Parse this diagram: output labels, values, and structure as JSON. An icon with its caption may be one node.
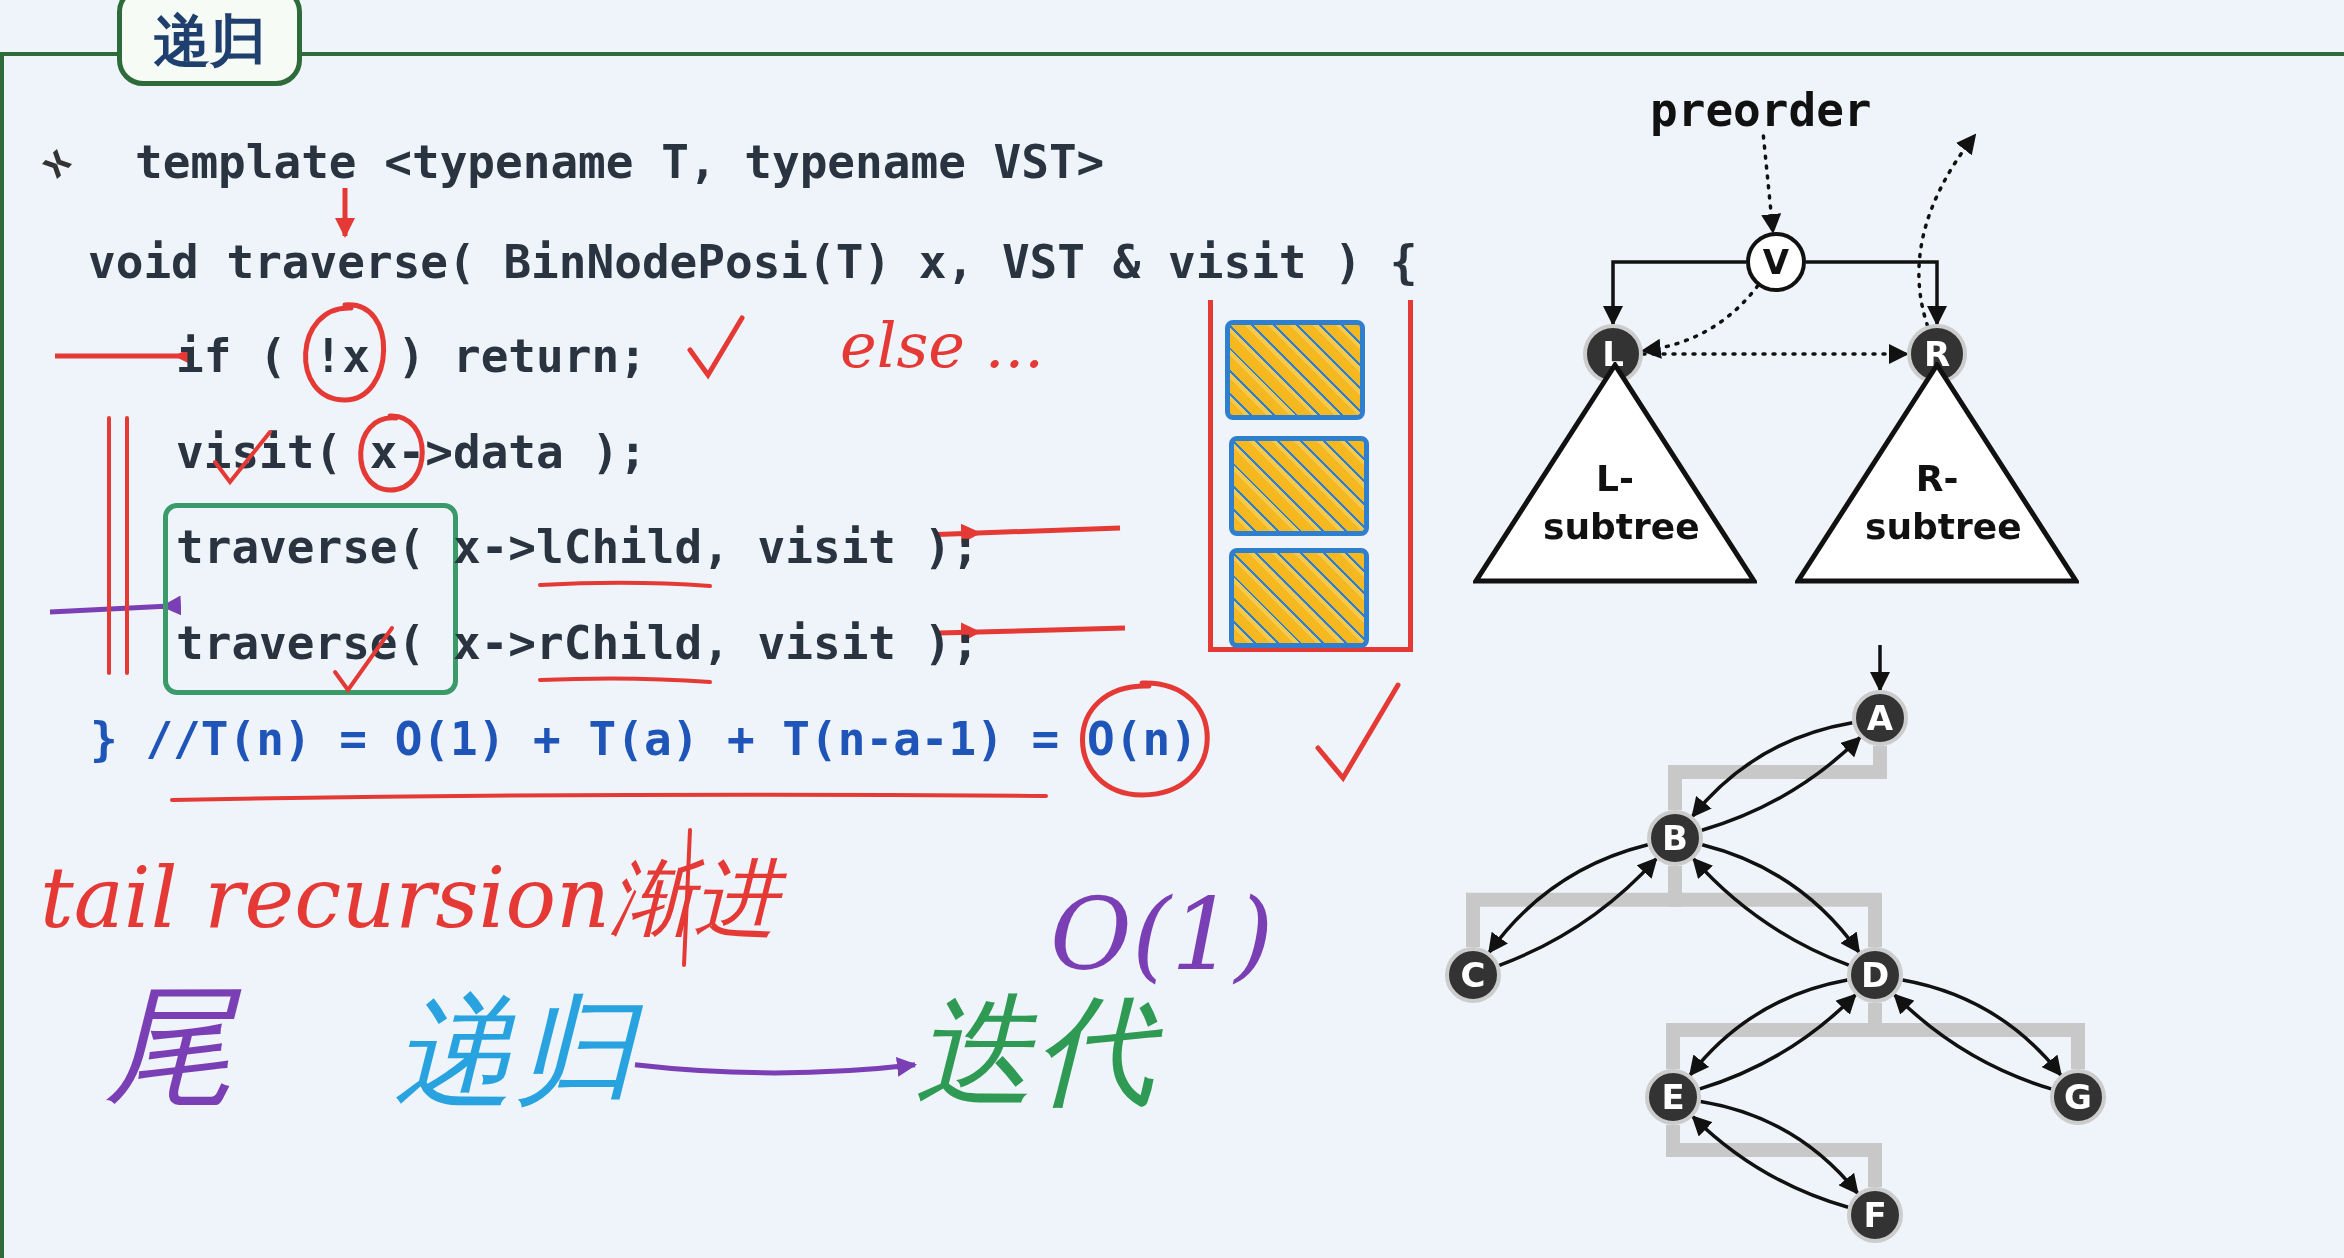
{
  "diagram": {
    "title": "递归",
    "nodes": [
      {
        "text": [
          "template <typename T, typename VST>"
        ]
      },
      {
        "text": [
          "void traverse( BinNodePosi(T) x, VST & visit ) {"
        ]
      },
      {
        "text": [
          "if ( !x ) return;"
        ]
      },
      {
        "text": [
          "visit( x->data );"
        ]
      },
      {
        "text": [],
        "shape": "box"
      },
      {
        "text": [
          "traverse( x->lChild, visit );"
        ]
      },
      {
        "text": [
          "traverse( x->rChild, visit );"
        ]
      },
      {
        "text": [
          "} //T(n) = O(1) + T(a) + T(n-a-1) = O(n)"
        ]
      },
      {
        "text": [],
        "shape": "box"
      },
      {
        "text": [],
        "shape": "box",
        "in": 8
      },
      {
        "text": [],
        "shape": "box",
        "in": 8
      },
      {
        "text": [],
        "shape": "box",
        "in": 8
      },
      {
        "text": [
          "preorder"
        ]
      },
      {
        "text": [
          "V"
        ]
      },
      {
        "text": [
          "L"
        ]
      },
      {
        "text": [
          "R"
        ]
      },
      {
        "text": [
          "L- subtree"
        ]
      },
      {
        "text": [
          "R- subtree"
        ]
      },
      {
        "text": [
          "A"
        ]
      },
      {
        "text": [
          "B"
        ]
      },
      {
        "text": [
          "C"
        ]
      },
      {
        "text": [
          "D"
        ]
      },
      {
        "text": [
          "E"
        ]
      },
      {
        "text": [
          "F"
        ]
      },
      {
        "text": [
          "G"
        ]
      },
      {
        "text": [
          "递归"
        ]
      },
      {
        "text": [
          "迭代"
        ]
      }
    ],
    "edges": [
      {
        "from": 0,
        "to": 1,
        "arrow": "to",
        "color": "#e53935"
      },
      {
        "from": null,
        "to": 2,
        "arrow": "to",
        "color": "#e53935"
      },
      {
        "from": null,
        "to": 5,
        "arrow": "to",
        "color": "#e53935"
      },
      {
        "from": null,
        "to": 6,
        "arrow": "to",
        "color": "#e53935"
      },
      {
        "from": null,
        "to": 4,
        "arrow": "to",
        "color": "#7b3fb5"
      },
      {
        "from": 12,
        "to": 13,
        "arrow": "to",
        "style": "dashed"
      },
      {
        "from": 13,
        "to": 14,
        "arrow": "to"
      },
      {
        "from": 13,
        "to": 15,
        "arrow": "to"
      },
      {
        "from": 13,
        "to": 14,
        "arrow": "to",
        "style": "dashed"
      },
      {
        "from": 14,
        "to": 15,
        "arrow": "to",
        "style": "dashed"
      },
      {
        "from": 15,
        "to": null,
        "arrow": "to",
        "style": "dashed"
      },
      {
        "from": null,
        "to": 18,
        "arrow": "to"
      },
      {
        "from": 18,
        "to": 19,
        "arrow": "none",
        "style": "thick",
        "color": "#c8c8c8"
      },
      {
        "from": 18,
        "to": 19,
        "arrow": "to"
      },
      {
        "from": 19,
        "to": 18,
        "arrow": "to"
      },
      {
        "from": 19,
        "to": 20,
        "arrow": "none",
        "style": "thick",
        "color": "#c8c8c8"
      },
      {
        "from": 19,
        "to": 20,
        "arrow": "to"
      },
      {
        "from": 20,
        "to": 19,
        "arrow": "to"
      },
      {
        "from": 19,
        "to": 21,
        "arrow": "none",
        "style": "thick",
        "color": "#c8c8c8"
      },
      {
        "from": 19,
        "to": 21,
        "arrow": "to"
      },
      {
        "from": 21,
        "to": 19,
        "arrow": "to"
      },
      {
        "from": 21,
        "to": 22,
        "arrow": "none",
        "style": "thick",
        "color": "#c8c8c8"
      },
      {
        "from": 21,
        "to": 22,
        "arrow": "to"
      },
      {
        "from": 22,
        "to": 21,
        "arrow": "to"
      },
      {
        "from": 21,
        "to": 24,
        "arrow": "none",
        "style": "thick",
        "color": "#c8c8c8"
      },
      {
        "from": 21,
        "to": 24,
        "arrow": "to"
      },
      {
        "from": 24,
        "to": 21,
        "arrow": "to"
      },
      {
        "from": 22,
        "to": 23,
        "arrow": "none",
        "style": "thick",
        "color": "#c8c8c8"
      },
      {
        "from": 22,
        "to": 23,
        "arrow": "to"
      },
      {
        "from": 23,
        "to": 22,
        "arrow": "to"
      },
      {
        "from": 25,
        "to": 26,
        "arrow": "to",
        "color": "#7b3fb5"
      }
    ],
    "labels": [
      "else ...",
      "tail recursion渐进",
      "尾",
      "O(1)"
    ]
  }
}
